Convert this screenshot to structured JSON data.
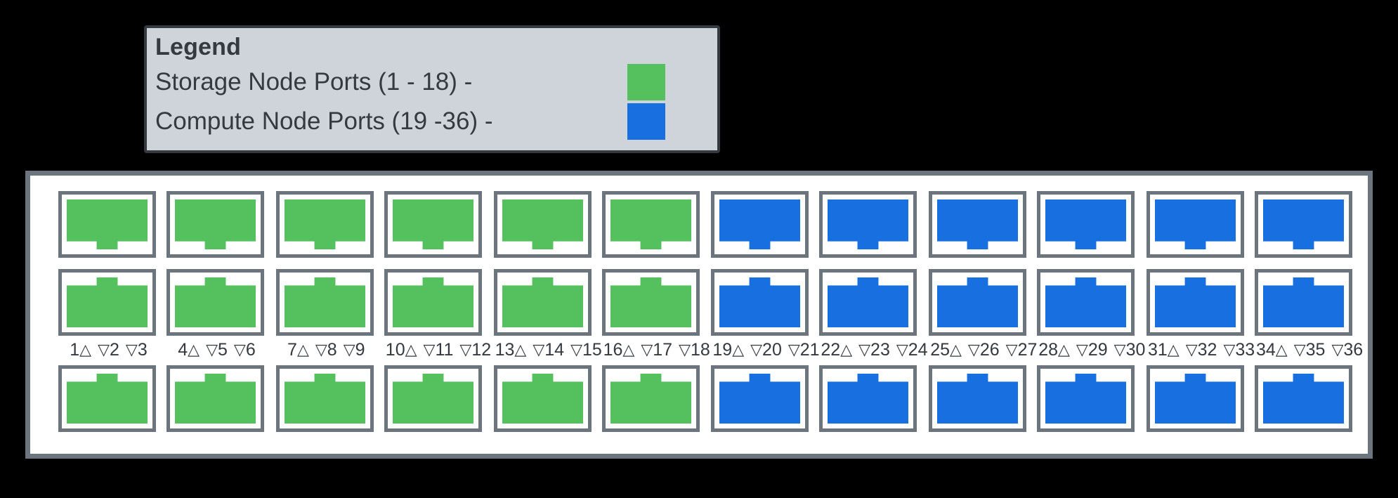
{
  "legend": {
    "title": "Legend",
    "rows": [
      {
        "label": "Storage Node Ports (1 - 18) -",
        "swatch": "#54c05e",
        "swatch_name": "green-swatch"
      },
      {
        "label": "Compute Node Ports (19 -36) -",
        "swatch": "#176fe0",
        "swatch_name": "blue-swatch"
      }
    ]
  },
  "colors": {
    "storage_green": "#54c05e",
    "compute_blue": "#176fe0",
    "chassis_border": "#6c757d",
    "legend_bg": "#ced4da",
    "legend_border": "#343a40",
    "text": "#343a40",
    "background": "#000000",
    "faceplate": "#ffffff"
  },
  "chassis": {
    "total_ports": 36,
    "groups": [
      {
        "name": "port-group-1",
        "color": "#54c05e",
        "node_type": "storage",
        "ports": [
          1,
          2,
          3,
          4,
          5,
          6
        ],
        "labels": [
          {
            "left_num": "1",
            "left_tri": "△",
            "mid_tri": "▽",
            "mid_num": "2",
            "right_tri": "▽",
            "right_num": "3"
          },
          {
            "left_num": "4",
            "left_tri": "△",
            "mid_tri": "▽",
            "mid_num": "5",
            "right_tri": "▽",
            "right_num": "6"
          }
        ]
      },
      {
        "name": "port-group-2",
        "color": "#54c05e",
        "node_type": "storage",
        "ports": [
          7,
          8,
          9,
          10,
          11,
          12
        ],
        "labels": [
          {
            "left_num": "7",
            "left_tri": "△",
            "mid_tri": "▽",
            "mid_num": "8",
            "right_tri": "▽",
            "right_num": "9"
          },
          {
            "left_num": "10",
            "left_tri": "△",
            "mid_tri": "▽",
            "mid_num": "11",
            "right_tri": "▽",
            "right_num": "12"
          }
        ]
      },
      {
        "name": "port-group-3",
        "color": "#54c05e",
        "node_type": "storage",
        "ports": [
          13,
          14,
          15,
          16,
          17,
          18
        ],
        "labels": [
          {
            "left_num": "13",
            "left_tri": "△",
            "mid_tri": "▽",
            "mid_num": "14",
            "right_tri": "▽",
            "right_num": "15"
          },
          {
            "left_num": "16",
            "left_tri": "△",
            "mid_tri": "▽",
            "mid_num": "17",
            "right_tri": "▽",
            "right_num": "18"
          }
        ]
      },
      {
        "name": "port-group-4",
        "color": "#176fe0",
        "node_type": "compute",
        "ports": [
          19,
          20,
          21,
          22,
          23,
          24
        ],
        "labels": [
          {
            "left_num": "19",
            "left_tri": "△",
            "mid_tri": "▽",
            "mid_num": "20",
            "right_tri": "▽",
            "right_num": "21"
          },
          {
            "left_num": "22",
            "left_tri": "△",
            "mid_tri": "▽",
            "mid_num": "23",
            "right_tri": "▽",
            "right_num": "24"
          }
        ]
      },
      {
        "name": "port-group-5",
        "color": "#176fe0",
        "node_type": "compute",
        "ports": [
          25,
          26,
          27,
          28,
          29,
          30
        ],
        "labels": [
          {
            "left_num": "25",
            "left_tri": "△",
            "mid_tri": "▽",
            "mid_num": "26",
            "right_tri": "▽",
            "right_num": "27"
          },
          {
            "left_num": "28",
            "left_tri": "△",
            "mid_tri": "▽",
            "mid_num": "29",
            "right_tri": "▽",
            "right_num": "30"
          }
        ]
      },
      {
        "name": "port-group-6",
        "color": "#176fe0",
        "node_type": "compute",
        "ports": [
          31,
          32,
          33,
          34,
          35,
          36
        ],
        "labels": [
          {
            "left_num": "31",
            "left_tri": "△",
            "mid_tri": "▽",
            "mid_num": "32",
            "right_tri": "▽",
            "right_num": "33"
          },
          {
            "left_num": "34",
            "left_tri": "△",
            "mid_tri": "▽",
            "mid_num": "35",
            "right_tri": "▽",
            "right_num": "36"
          }
        ]
      }
    ]
  }
}
